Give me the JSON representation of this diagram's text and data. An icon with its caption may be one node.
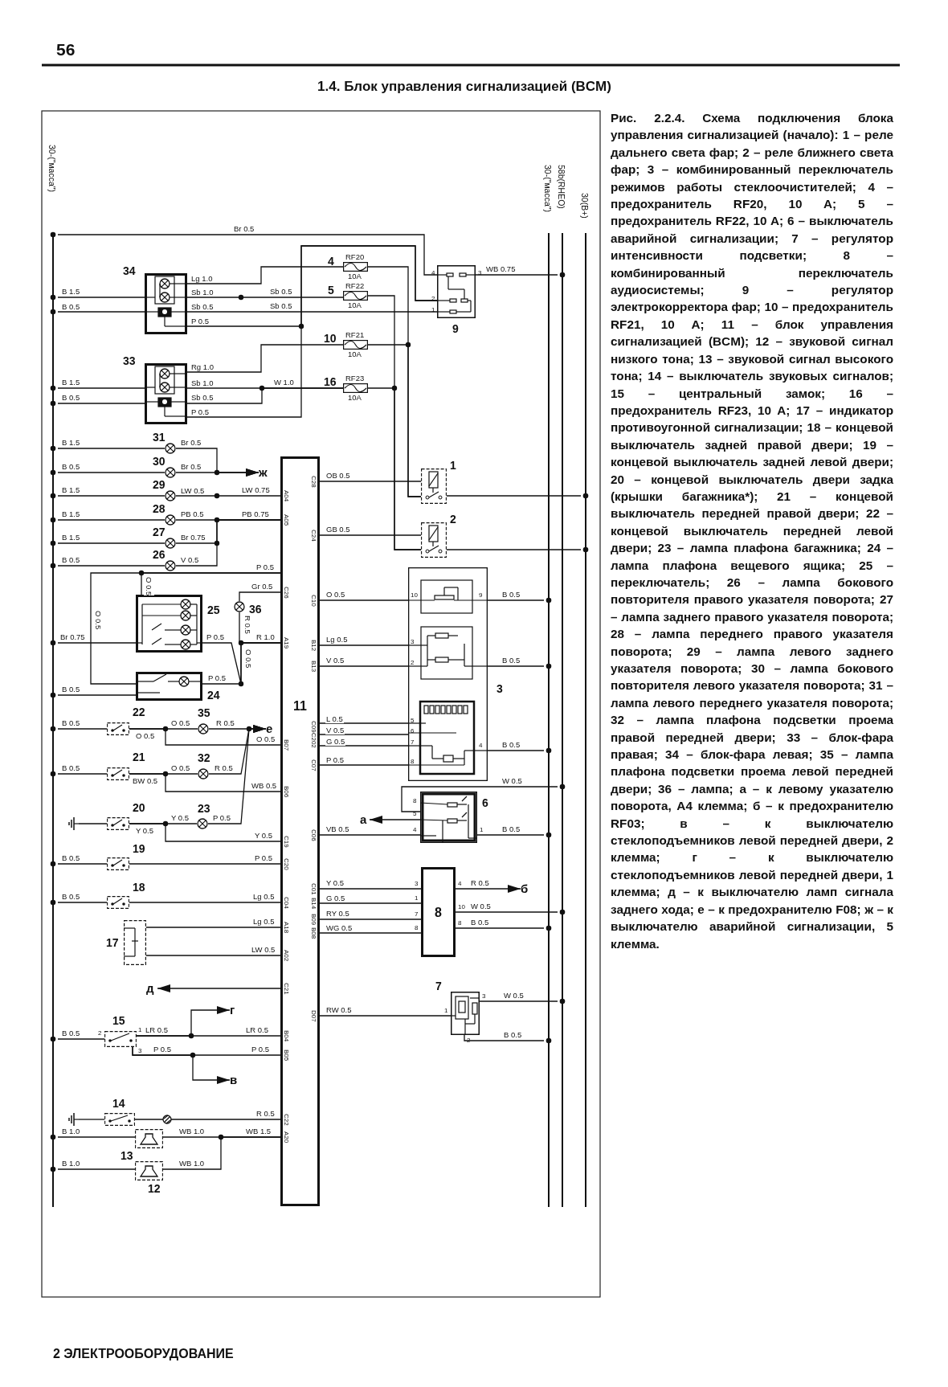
{
  "diagram": {
    "title": "1.4. Блок управления сигнализацией (BCM)",
    "caption": "Рис. 2.2.4. Схема подключения блока управления сигнализацией (начало): 1 – реле дальнего света фар; 2 – реле ближнего света фар; 3 – комбинированный переключатель режимов работы стеклоочистителей; 4 – предохранитель RF20, 10 A; 5 – предохранитель RF22, 10 A; 6 – выключатель аварийной сигнализации; 7 – регулятор интенсивности подсветки; 8 – комбинированный переключатель аудиосистемы; 9 – регулятор электрокорректора фар; 10 – предохранитель RF21, 10 A; 11 – блок управления сигнализацией (BCM); 12 – звуковой сигнал низкого тона; 13 – звуковой сигнал высокого тона; 14 – выключатель звуковых сигналов; 15 – центральный замок; 16 – предохранитель RF23, 10 A; 17 – индикатор противоугонной сигнализации; 18 – концевой выключатель задней правой двери; 19 – концевой выключатель задней левой двери; 20 – концевой выключатель двери задка (крышки багажника*); 21 – концевой выключатель передней правой двери; 22 – концевой выключатель передней левой двери; 23 – лампа плафона багажника; 24 – лампа плафона вещевого ящика; 25 – переключатель; 26 – лампа бокового повторителя правого указателя поворота; 27 – лампа заднего правого указателя поворота; 28 – лампа переднего правого указателя поворота; 29 – лампа левого заднего указателя поворота; 30 – лампа бокового повторителя левого указателя поворота; 31 – лампа левого переднего указателя поворота; 32 – лампа плафона подсветки проема правой передней двери; 33 – блок-фара правая; 34 – блок-фара левая; 35 – лампа плафона подсветки проема левой передней двери; 36 – лампа; а – к левому указателю поворота, A4 клемма; б – к предохранителю RF03; в – к выключателю стеклоподъемников левой передней двери, 2 клемма; г – к выключателю стеклоподъемников левой передней двери, 1 клемма; д – к выключателю ламп сигнала заднего хода; е – к предохранителю F08; ж – к выключателю аварийной сигнализации, 5 клемма.",
    "nodes": [
      {
        "text": [
          "30-(\"масса\")"
        ]
      },
      {
        "text": [
          "30-(\"масса\")"
        ]
      },
      {
        "text": [
          "58b(RHEO)"
        ]
      },
      {
        "text": [
          "30(B+)"
        ]
      },
      {
        "text": [],
        "shape": "box",
        "beside": [
          "34"
        ]
      },
      {
        "text": [],
        "shape": "box",
        "beside": [
          "33"
        ]
      },
      {
        "text": [],
        "shape": "fuse",
        "beside": [
          "4",
          "RF20",
          "10A"
        ]
      },
      {
        "text": [],
        "shape": "fuse",
        "beside": [
          "5",
          "RF22",
          "10A"
        ]
      },
      {
        "text": [],
        "shape": "fuse",
        "beside": [
          "10",
          "RF21",
          "10A"
        ]
      },
      {
        "text": [],
        "shape": "fuse",
        "beside": [
          "16",
          "RF23",
          "10A"
        ]
      },
      {
        "text": [],
        "shape": "box",
        "beside": [
          "9"
        ]
      },
      {
        "text": [],
        "shape": "lamp",
        "beside": [
          "31"
        ]
      },
      {
        "text": [],
        "shape": "lamp",
        "beside": [
          "30"
        ]
      },
      {
        "text": [],
        "shape": "lamp",
        "beside": [
          "29"
        ]
      },
      {
        "text": [],
        "shape": "lamp",
        "beside": [
          "28"
        ]
      },
      {
        "text": [],
        "shape": "lamp",
        "beside": [
          "27"
        ]
      },
      {
        "text": [],
        "shape": "lamp",
        "beside": [
          "26"
        ]
      },
      {
        "text": [
          "11"
        ]
      },
      {
        "text": [],
        "shape": "relay",
        "beside": [
          "1"
        ]
      },
      {
        "text": [],
        "shape": "relay",
        "beside": [
          "2"
        ]
      },
      {
        "text": [],
        "shape": "box",
        "beside": [
          "3"
        ]
      },
      {
        "text": [],
        "shape": "box",
        "beside": [
          "25"
        ]
      },
      {
        "text": [],
        "shape": "lamp",
        "beside": [
          "36"
        ]
      },
      {
        "text": [],
        "shape": "box",
        "beside": [
          "24"
        ]
      },
      {
        "text": [],
        "shape": "switch",
        "beside": [
          "22"
        ]
      },
      {
        "text": [],
        "shape": "lamp",
        "beside": [
          "35"
        ]
      },
      {
        "text": [],
        "shape": "switch",
        "beside": [
          "21"
        ]
      },
      {
        "text": [],
        "shape": "lamp",
        "beside": [
          "32"
        ]
      },
      {
        "text": [],
        "shape": "box",
        "beside": [
          "6"
        ]
      },
      {
        "text": [],
        "shape": "ground"
      },
      {
        "text": [],
        "shape": "switch",
        "beside": [
          "20"
        ]
      },
      {
        "text": [],
        "shape": "lamp",
        "beside": [
          "23"
        ]
      },
      {
        "text": [],
        "shape": "switch",
        "beside": [
          "19"
        ]
      },
      {
        "text": [
          "8"
        ]
      },
      {
        "text": [],
        "shape": "switch",
        "beside": [
          "18"
        ]
      },
      {
        "text": [],
        "shape": "box",
        "beside": [
          "17"
        ]
      },
      {
        "text": [],
        "shape": "box",
        "beside": [
          "7"
        ]
      },
      {
        "text": [],
        "shape": "switch",
        "beside": [
          "15"
        ]
      },
      {
        "text": [],
        "shape": "ground"
      },
      {
        "text": [],
        "shape": "switch",
        "beside": [
          "14"
        ]
      },
      {
        "text": [],
        "shape": "horn",
        "beside": [
          "13"
        ]
      },
      {
        "text": [],
        "shape": "horn",
        "beside": [
          "12"
        ]
      },
      {
        "text": [
          "ж"
        ]
      },
      {
        "text": [
          "е"
        ]
      },
      {
        "text": [
          "а"
        ]
      },
      {
        "text": [
          "б"
        ]
      },
      {
        "text": [
          "д"
        ]
      },
      {
        "text": [
          "г"
        ]
      },
      {
        "text": [
          "в"
        ]
      }
    ],
    "edges": [
      {
        "from": 10,
        "to": 0,
        "arrow": "other",
        "label": "Br 0.5"
      },
      {
        "from": 4,
        "to": 0,
        "arrow": "other",
        "label": "B 1.5"
      },
      {
        "from": 4,
        "to": 0,
        "arrow": "other",
        "label": "B 0.5"
      },
      {
        "from": 4,
        "to": 6,
        "arrow": "none",
        "label": "Lg 1.0"
      },
      {
        "from": 4,
        "to": 7,
        "arrow": "none",
        "label": "Sb 1.0"
      },
      {
        "from": 4,
        "to": 10,
        "arrow": "none",
        "label": "Sb 0.5"
      },
      {
        "from": 4,
        "to": 10,
        "arrow": "none",
        "label": "P 0.5"
      },
      {
        "from": 5,
        "to": 0,
        "arrow": "other",
        "label": "B 1.5"
      },
      {
        "from": 5,
        "to": 0,
        "arrow": "other",
        "label": "B 0.5"
      },
      {
        "from": 5,
        "to": 8,
        "arrow": "none",
        "label": "Rg 1.0"
      },
      {
        "from": 5,
        "to": 9,
        "arrow": "none",
        "label": "Sb 1.0"
      },
      {
        "from": 5,
        "to": 9,
        "arrow": "none",
        "label": "Sb 0.5"
      },
      {
        "from": 5,
        "to": 10,
        "arrow": "none",
        "label": "P 0.5"
      },
      {
        "from": 6,
        "to": 18,
        "arrow": "none"
      },
      {
        "from": 8,
        "to": 18,
        "arrow": "none"
      },
      {
        "from": 7,
        "to": 19,
        "arrow": "none"
      },
      {
        "from": 9,
        "to": 19,
        "arrow": "none"
      },
      {
        "from": 10,
        "to": 2,
        "arrow": "other",
        "label": "WB 0.75"
      },
      {
        "from": 11,
        "to": 42,
        "arrow": "to"
      },
      {
        "from": 12,
        "to": 42,
        "arrow": "to"
      },
      {
        "from": 13,
        "to": 17,
        "arrow": "none",
        "label": "LW 0.5"
      },
      {
        "from": 14,
        "to": 17,
        "arrow": "none",
        "label": "PB 0.5"
      },
      {
        "from": 15,
        "to": 17,
        "arrow": "none",
        "label": "Br 0.75"
      },
      {
        "from": 16,
        "to": 17,
        "arrow": "none",
        "label": "V 0.5"
      },
      {
        "from": 11,
        "to": 0,
        "arrow": "other",
        "label": "B 1.5"
      },
      {
        "from": 12,
        "to": 0,
        "arrow": "other",
        "label": "B 0.5"
      },
      {
        "from": 13,
        "to": 0,
        "arrow": "other",
        "label": "B 1.5"
      },
      {
        "from": 14,
        "to": 0,
        "arrow": "other",
        "label": "B 1.5"
      },
      {
        "from": 15,
        "to": 0,
        "arrow": "other",
        "label": "B 1.5"
      },
      {
        "from": 16,
        "to": 0,
        "arrow": "other",
        "label": "B 0.5"
      },
      {
        "from": 17,
        "to": 18,
        "arrow": "none",
        "label": "OB 0.5"
      },
      {
        "from": 18,
        "to": 3,
        "arrow": "other"
      },
      {
        "from": 17,
        "to": 19,
        "arrow": "none",
        "label": "GB 0.5"
      },
      {
        "from": 19,
        "to": 3,
        "arrow": "other"
      },
      {
        "from": 17,
        "to": 20,
        "arrow": "none",
        "label": "O 0.5"
      },
      {
        "from": 20,
        "to": 1,
        "arrow": "other",
        "label": "B 0.5"
      },
      {
        "from": 17,
        "to": 20,
        "arrow": "none",
        "label": "Lg 0.5"
      },
      {
        "from": 17,
        "to": 20,
        "arrow": "none",
        "label": "V 0.5"
      },
      {
        "from": 20,
        "to": 1,
        "arrow": "other",
        "label": "B 0.5"
      },
      {
        "from": 17,
        "to": 20,
        "arrow": "none",
        "label": "L 0.5"
      },
      {
        "from": 17,
        "to": 20,
        "arrow": "none",
        "label": "V 0.5"
      },
      {
        "from": 17,
        "to": 20,
        "arrow": "none",
        "label": "G 0.5"
      },
      {
        "from": 17,
        "to": 20,
        "arrow": "none",
        "label": "P 0.5"
      },
      {
        "from": 20,
        "to": 1,
        "arrow": "other",
        "label": "B 0.5"
      },
      {
        "from": 28,
        "to": 2,
        "arrow": "other",
        "label": "W 0.5"
      },
      {
        "from": 17,
        "to": 28,
        "arrow": "none",
        "label": "VB 0.5"
      },
      {
        "from": 28,
        "to": 44,
        "arrow": "to"
      },
      {
        "from": 28,
        "to": 1,
        "arrow": "other",
        "label": "B 0.5"
      },
      {
        "from": 17,
        "to": 33,
        "arrow": "none",
        "label": "Y 0.5"
      },
      {
        "from": 17,
        "to": 33,
        "arrow": "none",
        "label": "G 0.5"
      },
      {
        "from": 17,
        "to": 33,
        "arrow": "none",
        "label": "RY 0.5"
      },
      {
        "from": 17,
        "to": 33,
        "arrow": "none",
        "label": "WG 0.5"
      },
      {
        "from": 33,
        "to": 45,
        "arrow": "to"
      },
      {
        "from": 33,
        "to": 2,
        "arrow": "other",
        "label": "W 0.5"
      },
      {
        "from": 33,
        "to": 1,
        "arrow": "other",
        "label": "B 0.5"
      },
      {
        "from": 17,
        "to": 36,
        "arrow": "none",
        "label": "RW 0.5"
      },
      {
        "from": 36,
        "to": 2,
        "arrow": "other",
        "label": "W 0.5"
      },
      {
        "from": 36,
        "to": 1,
        "arrow": "other",
        "label": "B 0.5"
      },
      {
        "from": 17,
        "to": 21,
        "arrow": "none",
        "label": "P 0.5"
      },
      {
        "from": 17,
        "to": 23,
        "arrow": "none"
      },
      {
        "from": 21,
        "to": 0,
        "arrow": "other",
        "label": "Br 0.75"
      },
      {
        "from": 21,
        "to": 17,
        "arrow": "none",
        "label": "P 0.5"
      },
      {
        "from": 23,
        "to": 17,
        "arrow": "none",
        "label": "P 0.5"
      },
      {
        "from": 17,
        "to": 22,
        "arrow": "none",
        "label": "Gr 0.5"
      },
      {
        "from": 22,
        "to": 17,
        "arrow": "none"
      },
      {
        "from": 23,
        "to": 0,
        "arrow": "other",
        "label": "B 0.5"
      },
      {
        "from": 24,
        "to": 0,
        "arrow": "other",
        "label": "B 0.5"
      },
      {
        "from": 24,
        "to": 25,
        "arrow": "none",
        "label": "O 0.5"
      },
      {
        "from": 25,
        "to": 43,
        "arrow": "to"
      },
      {
        "from": 24,
        "to": 17,
        "arrow": "none",
        "label": "O 0.5"
      },
      {
        "from": 26,
        "to": 0,
        "arrow": "other",
        "label": "B 0.5"
      },
      {
        "from": 26,
        "to": 27,
        "arrow": "none",
        "label": "O 0.5"
      },
      {
        "from": 27,
        "to": 43,
        "arrow": "to",
        "label": "R 0.5"
      },
      {
        "from": 26,
        "to": 17,
        "arrow": "none",
        "label": "WB 0.5"
      },
      {
        "from": 29,
        "to": 30,
        "arrow": "none"
      },
      {
        "from": 30,
        "to": 31,
        "arrow": "none",
        "label": "Y 0.5"
      },
      {
        "from": 31,
        "to": 43,
        "arrow": "to",
        "label": "P 0.5"
      },
      {
        "from": 30,
        "to": 17,
        "arrow": "none",
        "label": "Y 0.5"
      },
      {
        "from": 32,
        "to": 0,
        "arrow": "other",
        "label": "B 0.5"
      },
      {
        "from": 32,
        "to": 17,
        "arrow": "none",
        "label": "P 0.5"
      },
      {
        "from": 34,
        "to": 0,
        "arrow": "other",
        "label": "B 0.5"
      },
      {
        "from": 34,
        "to": 17,
        "arrow": "none",
        "label": "Lg 0.5"
      },
      {
        "from": 35,
        "to": 17,
        "arrow": "none",
        "label": "Lg 0.5"
      },
      {
        "from": 35,
        "to": 17,
        "arrow": "none",
        "label": "LW 0.5"
      },
      {
        "from": 17,
        "to": 46,
        "arrow": "to"
      },
      {
        "from": 37,
        "to": 0,
        "arrow": "other",
        "label": "B 0.5"
      },
      {
        "from": 37,
        "to": 17,
        "arrow": "none",
        "label": "LR 0.5"
      },
      {
        "from": 37,
        "to": 47,
        "arrow": "to"
      },
      {
        "from": 37,
        "to": 17,
        "arrow": "none",
        "label": "P 0.5"
      },
      {
        "from": 37,
        "to": 48,
        "arrow": "to"
      },
      {
        "from": 38,
        "to": 39,
        "arrow": "none"
      },
      {
        "from": 39,
        "to": 17,
        "arrow": "none",
        "label": "R 0.5"
      },
      {
        "from": 40,
        "to": 0,
        "arrow": "other",
        "label": "B 1.0"
      },
      {
        "from": 40,
        "to": 17,
        "arrow": "none",
        "label": "WB 1.0"
      },
      {
        "from": 41,
        "to": 0,
        "arrow": "other",
        "label": "B 1.0"
      },
      {
        "from": 41,
        "to": 17,
        "arrow": "none",
        "label": "WB 1.0"
      }
    ],
    "labels": [
      "56",
      "Sb 0.5",
      "Sb 0.5",
      "W 1.0",
      "4",
      "2",
      "1",
      "3",
      "Br 0.5",
      "Br 0.5",
      "LW 0.75",
      "PB 0.75",
      "O 0.5",
      "O 0.5",
      "R 0.5",
      "R 1.0",
      "O 0.5",
      "O 0.5",
      "R 0.5",
      "BW 0.5",
      "Y 0.5",
      "R 0.5",
      "LR 0.5",
      "P 0.5",
      "WB 1.5",
      "10",
      "9",
      "3",
      "2",
      "5",
      "6",
      "7",
      "8",
      "4",
      "8",
      "5",
      "4",
      "1",
      "3",
      "1",
      "7",
      "8",
      "4",
      "10",
      "8",
      "3",
      "1",
      "2",
      "2",
      "1",
      "3",
      "A04",
      "A05",
      "C26",
      "A19",
      "B07",
      "B06",
      "C19",
      "C20",
      "C04",
      "A18",
      "A02",
      "C21",
      "B04",
      "B05",
      "C22",
      "A20",
      "C28",
      "C24",
      "C10",
      "B12",
      "B13",
      "C09C202",
      "C07",
      "C06",
      "C01",
      "B14",
      "B09",
      "B08",
      "D07",
      "2 ЭЛЕКТРООБОРУДОВАНИЕ"
    ]
  }
}
